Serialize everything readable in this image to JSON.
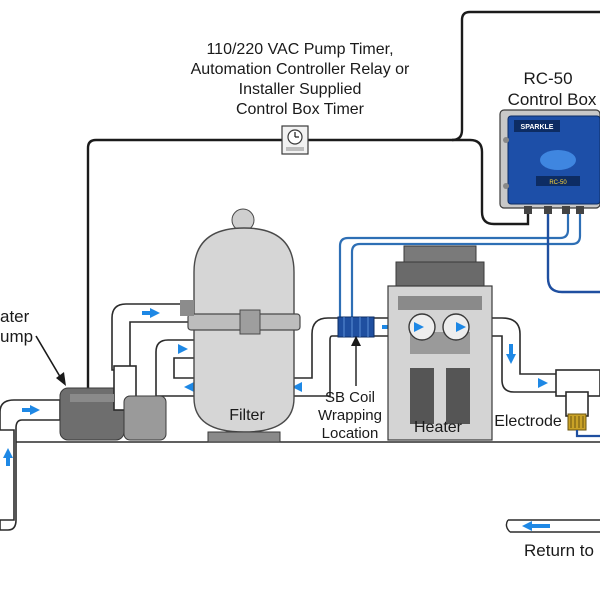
{
  "labels": {
    "timer_line1": "110/220 VAC Pump Timer,",
    "timer_line2": "Automation Controller Relay or",
    "timer_line3": "Installer Supplied",
    "timer_line4": "Control Box Timer",
    "rc50_line1": "RC-50",
    "rc50_line2": "Control Box",
    "pump_line1": "ater",
    "pump_line2": "ump",
    "filter": "Filter",
    "coil_line1": "SB Coil",
    "coil_line2": "Wrapping",
    "coil_line3": "Location",
    "heater": "Heater",
    "electrode": "Electrode",
    "return": "Return to"
  },
  "control_box": {
    "brand": "SPARKLE",
    "model": "RC-50"
  },
  "colors": {
    "wire": "#1b1b1b",
    "signal_wire": "#2e6fb5",
    "flow_arrow": "#1e88e5",
    "control_box_panel": "#1d4fa8"
  }
}
